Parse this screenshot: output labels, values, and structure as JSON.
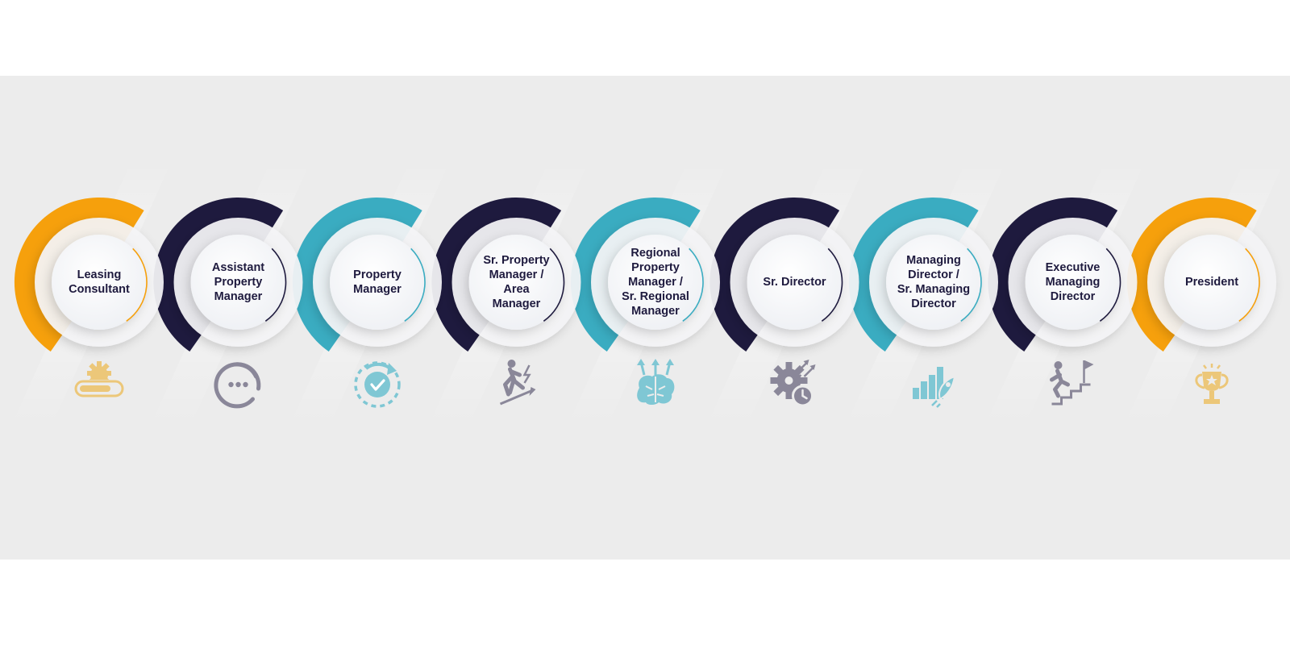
{
  "colors": {
    "background": "#ececec",
    "orange": "#f6a00c",
    "navy": "#1e1a3e",
    "teal": "#3aacc1",
    "text": "#1e1a3e"
  },
  "steps": [
    {
      "lines": [
        "Leasing",
        "Consultant"
      ],
      "color": "orange",
      "icon": "gear-progress-icon",
      "icon_color": "#ecc779"
    },
    {
      "lines": [
        "Assistant",
        "Property",
        "Manager"
      ],
      "color": "navy",
      "icon": "loading-dots-icon",
      "icon_color": "#8a8799"
    },
    {
      "lines": [
        "Property",
        "Manager"
      ],
      "color": "teal",
      "icon": "refresh-check-icon",
      "icon_color": "#7fc7d4"
    },
    {
      "lines": [
        "Sr. Property",
        "Manager /",
        "Area",
        "Manager"
      ],
      "color": "navy",
      "icon": "climbing-person-icon",
      "icon_color": "#8a8799"
    },
    {
      "lines": [
        "Regional",
        "Property",
        "Manager /",
        "Sr. Regional",
        "Manager"
      ],
      "color": "teal",
      "icon": "brain-growth-icon",
      "icon_color": "#7fc7d4"
    },
    {
      "lines": [
        "Sr. Director"
      ],
      "color": "navy",
      "icon": "gear-clock-icon",
      "icon_color": "#8a8799"
    },
    {
      "lines": [
        "Managing",
        "Director /",
        "Sr. Managing",
        "Director"
      ],
      "color": "teal",
      "icon": "chart-rocket-icon",
      "icon_color": "#7fc7d4"
    },
    {
      "lines": [
        "Executive",
        "Managing",
        "Director"
      ],
      "color": "navy",
      "icon": "stairs-flag-icon",
      "icon_color": "#8a8799"
    },
    {
      "lines": [
        "President"
      ],
      "color": "orange",
      "icon": "trophy-icon",
      "icon_color": "#ecc779"
    }
  ]
}
